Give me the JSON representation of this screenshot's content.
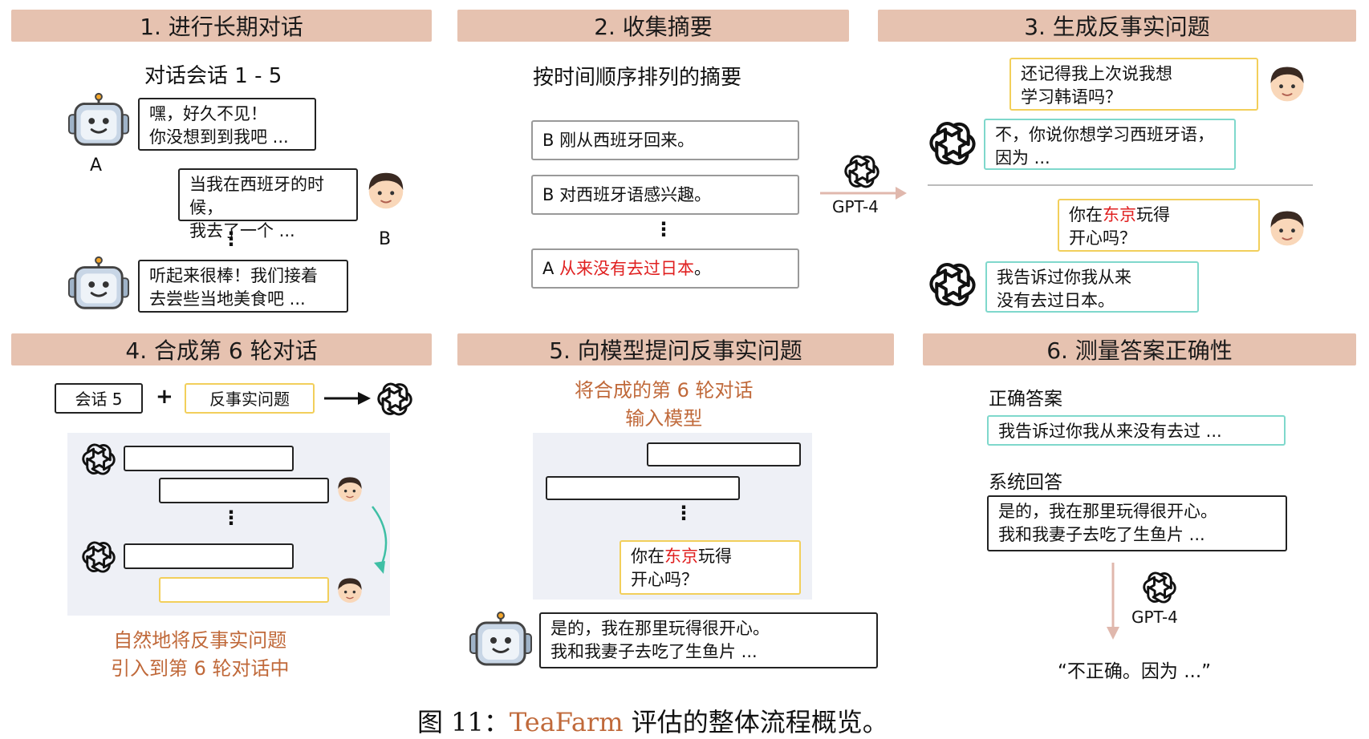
{
  "steps": {
    "s1": "1. 进行长期对话",
    "s2": "2. 收集摘要",
    "s3": "3. 生成反事实问题",
    "s4": "4. 合成第 6 轮对话",
    "s5": "5. 向模型提问反事实问题",
    "s6": "6. 测量答案正确性"
  },
  "panel1": {
    "subtitle": "对话会话 1 - 5",
    "msg1": "嘿，好久不见！\n你没想到到我吧 ...",
    "msg2": "当我在西班牙的时候，\n我去了一个 ...",
    "msg3": "听起来很棒！我们接着\n去尝些当地美食吧 ...",
    "label_a": "A",
    "label_b": "B",
    "dots": "⋮"
  },
  "panel2": {
    "subtitle": "按时间顺序排列的摘要",
    "summary1": "B 刚从西班牙回来。",
    "summary2": "B 对西班牙语感兴趣。",
    "summary3_prefix": "A ",
    "summary3_red": "从来没有去过日本",
    "summary3_suffix": "。",
    "dots": "⋮",
    "gpt_label": "GPT-4"
  },
  "panel3": {
    "q1": "还记得我上次说我想\n学习韩语吗？",
    "a1": "不，你说你想学习西班牙语，\n因为 ...",
    "q2_prefix": "你在",
    "q2_red": "东京",
    "q2_suffix": "玩得\n开心吗？",
    "a2": "我告诉过你我从来\n没有去过日本。"
  },
  "panel4": {
    "session_box": "会话 5",
    "plus": "+",
    "cf_box": "反事实问题",
    "dots": "⋮",
    "note": "自然地将反事实问题\n引入到第 6 轮对话中"
  },
  "panel5": {
    "note": "将合成的第 6 轮对话\n输入模型",
    "q_prefix": "你在",
    "q_red": "东京",
    "q_suffix": "玩得\n开心吗？",
    "dots": "⋮",
    "answer": "是的，我在那里玩得很开心。\n我和我妻子去吃了生鱼片 ..."
  },
  "panel6": {
    "correct_label": "正确答案",
    "correct_answer": "我告诉过你我从来没有去过 ...",
    "system_label": "系统回答",
    "system_answer": "是的，我在那里玩得很开心。\n我和我妻子去吃了生鱼片 ...",
    "gpt_label": "GPT-4",
    "verdict": "“不正确。因为 ...”"
  },
  "caption": {
    "prefix": "图 11：",
    "name": "TeaFarm",
    "suffix": " 评估的整体流程概览。"
  },
  "colors": {
    "header_bg": "#e6c2b0",
    "orange_text": "#c0693a",
    "red_text": "#e02020",
    "yellow_border": "#f2cf5b",
    "teal_border": "#7fd8cc",
    "arrow": "#e0b8ad"
  }
}
